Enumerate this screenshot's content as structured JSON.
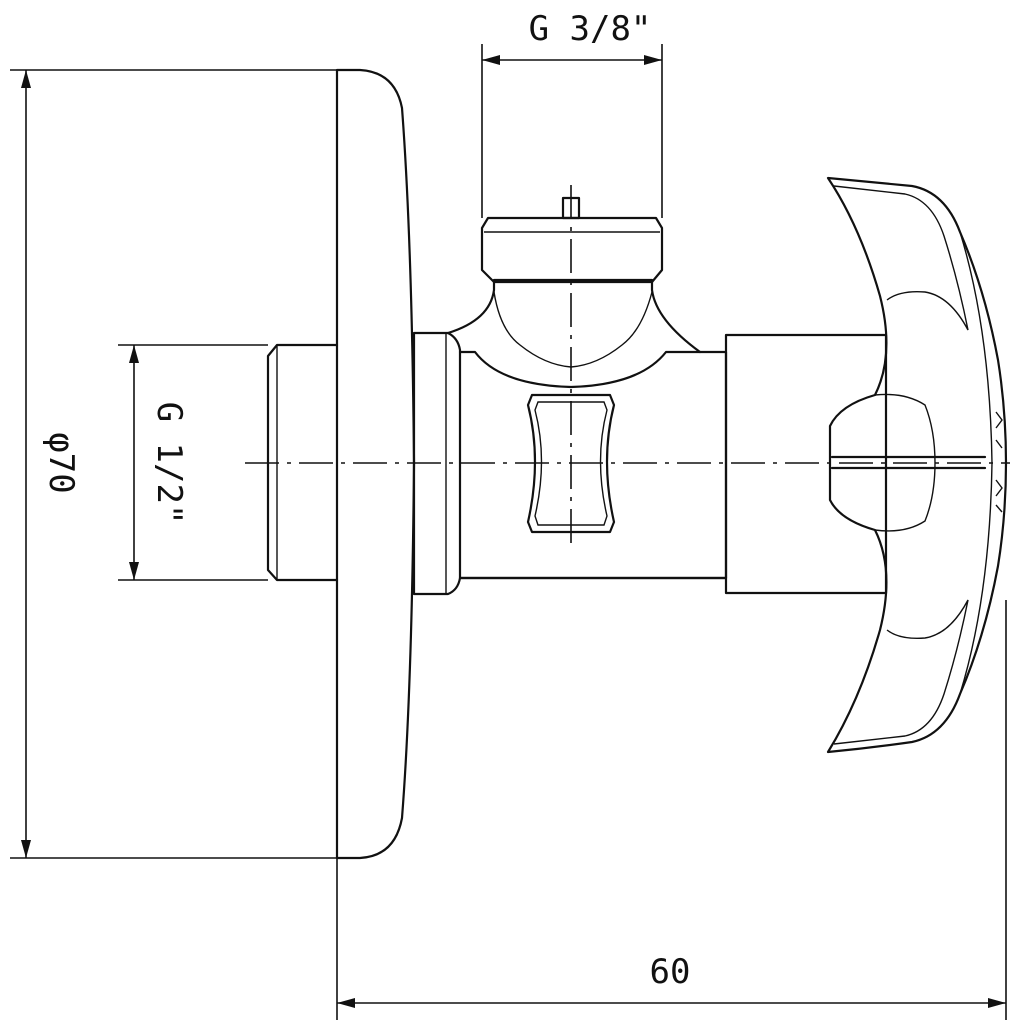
{
  "diagram": {
    "dimensions": {
      "top_thread": "G 3/8\"",
      "inlet_thread": "G 1/2\"",
      "flange_diameter": "φ70",
      "overall_length": "60"
    },
    "line_color": "#111111",
    "background": "#ffffff"
  }
}
